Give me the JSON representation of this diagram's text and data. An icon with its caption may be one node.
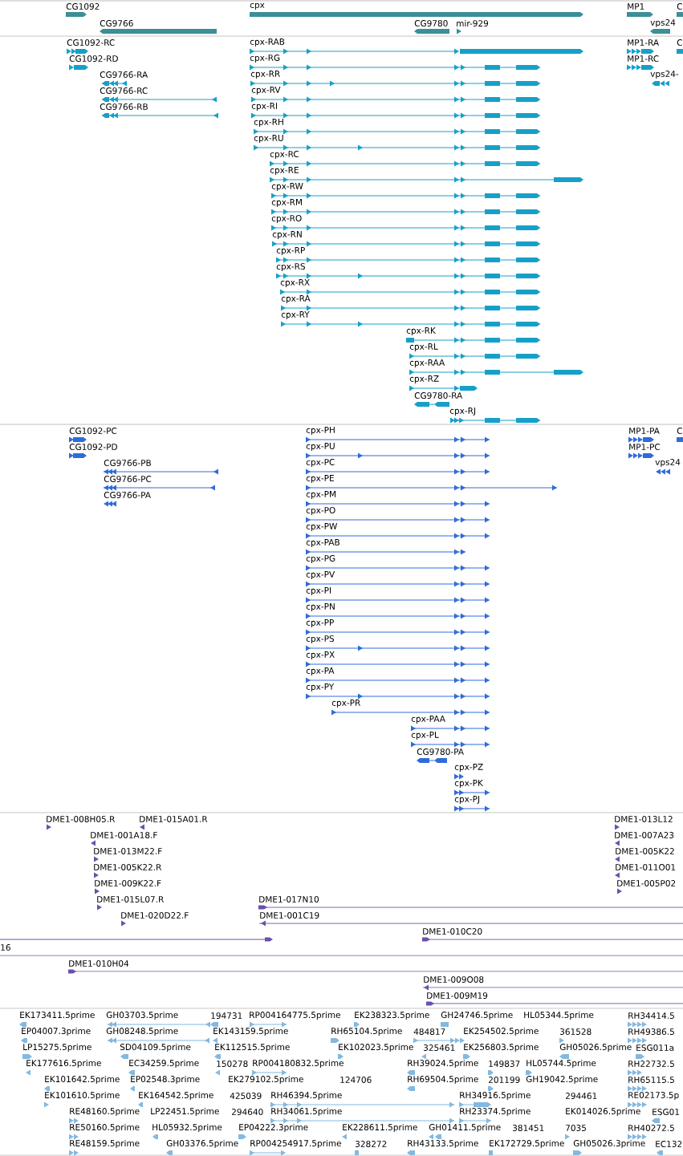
{
  "diagram": {
    "labels": [
      "CG1092",
      "cpx",
      "MP1",
      "C",
      "CG9766",
      "CG9780",
      "mir-929",
      "vps24",
      "CG1092-RC",
      "cpx-RAB",
      "MP1-RA",
      "C",
      "CG1092-RD",
      "cpx-RG",
      "MP1-RC",
      "CG9766-RA",
      "cpx-RR",
      "vps24-",
      "CG9766-RC",
      "cpx-RV",
      "CG9766-RB",
      "cpx-RI",
      "cpx-RH",
      "cpx-RU",
      "cpx-RC",
      "cpx-RE",
      "cpx-RW",
      "cpx-RM",
      "cpx-RO",
      "cpx-RN",
      "cpx-RP",
      "cpx-RS",
      "cpx-RX",
      "cpx-RA",
      "cpx-RY",
      "cpx-RK",
      "cpx-RL",
      "cpx-RAA",
      "cpx-RZ",
      "CG9780-RA",
      "cpx-RJ",
      "CG1092-PC",
      "cpx-PH",
      "MP1-PA",
      "C",
      "CG1092-PD",
      "cpx-PU",
      "MP1-PC",
      "CG9766-PB",
      "cpx-PC",
      "vps24",
      "CG9766-PC",
      "cpx-PE",
      "CG9766-PA",
      "cpx-PM",
      "cpx-PO",
      "cpx-PW",
      "cpx-PAB",
      "cpx-PG",
      "cpx-PV",
      "cpx-PI",
      "cpx-PN",
      "cpx-PP",
      "cpx-PS",
      "cpx-PX",
      "cpx-PA",
      "cpx-PY",
      "cpx-PR",
      "cpx-PAA",
      "cpx-PL",
      "CG9780-PA",
      "cpx-PZ",
      "cpx-PK",
      "cpx-PJ",
      "DME1-008H05.R",
      "DME1-015A01.R",
      "DME1-013L12",
      "DME1-001A18.F",
      "DME1-007A23",
      "DME1-013M22.F",
      "DME1-005K22",
      "DME1-005K22.R",
      "DME1-011O01",
      "DME1-009K22.F",
      "DME1-005P02",
      "DME1-015L07.R",
      "DME1-017N10",
      "DME1-020D22.F",
      "DME1-001C19",
      "DME1-010C20",
      "16",
      "DME1-010H04",
      "DME1-009O08",
      "DME1-009M19",
      "EK173411.5prime",
      "GH03703.5prime",
      "194731",
      "RP004164775.5prime",
      "EK238323.5prime",
      "GH24746.5prime",
      "HL05344.5prime",
      "RH34414.5",
      "EP04007.3prime",
      "GH08248.5prime",
      "EK143159.5prime",
      "RH65104.5prime",
      "484817",
      "EK254502.5prime",
      "361528",
      "RH49386.5",
      "LP15275.5prime",
      "SD04109.5prime",
      "EK112515.5prime",
      "EK102023.5prime",
      "325461",
      "EK256803.5prime",
      "GH05026.5prime",
      "ESG011a",
      "EK177616.5prime",
      "EC34259.5prime",
      "150278",
      "RP004180832.5prime",
      "RH39024.5prime",
      "149837",
      "HL05744.5prime",
      "RH22732.5",
      "EK101642.5prime",
      "EP02548.3prime",
      "EK279102.5prime",
      "124706",
      "RH69504.5prime",
      "201199",
      "GH19042.5prime",
      "RH65115.5",
      "EK101610.5prime",
      "EK164542.5prime",
      "425039",
      "RH46394.5prime",
      "RH34916.5prime",
      "294461",
      "RE02173.5p",
      "RE48160.5prime",
      "LP22451.5prime",
      "294640",
      "RH34061.5prime",
      "RH23374.5prime",
      "EK014026.5prime",
      "ESG01",
      "RE50160.5prime",
      "HL05932.5prime",
      "EP04222.3prime",
      "EK228611.5prime",
      "GH01411.5prime",
      "381451",
      "7035",
      "RH40272.5",
      "RE48159.5prime",
      "GH03376.5prime",
      "RP004254917.5prime",
      "328272",
      "RH43133.5prime",
      "EK172729.5prime",
      "GH05026.3prime",
      "EC132"
    ]
  }
}
